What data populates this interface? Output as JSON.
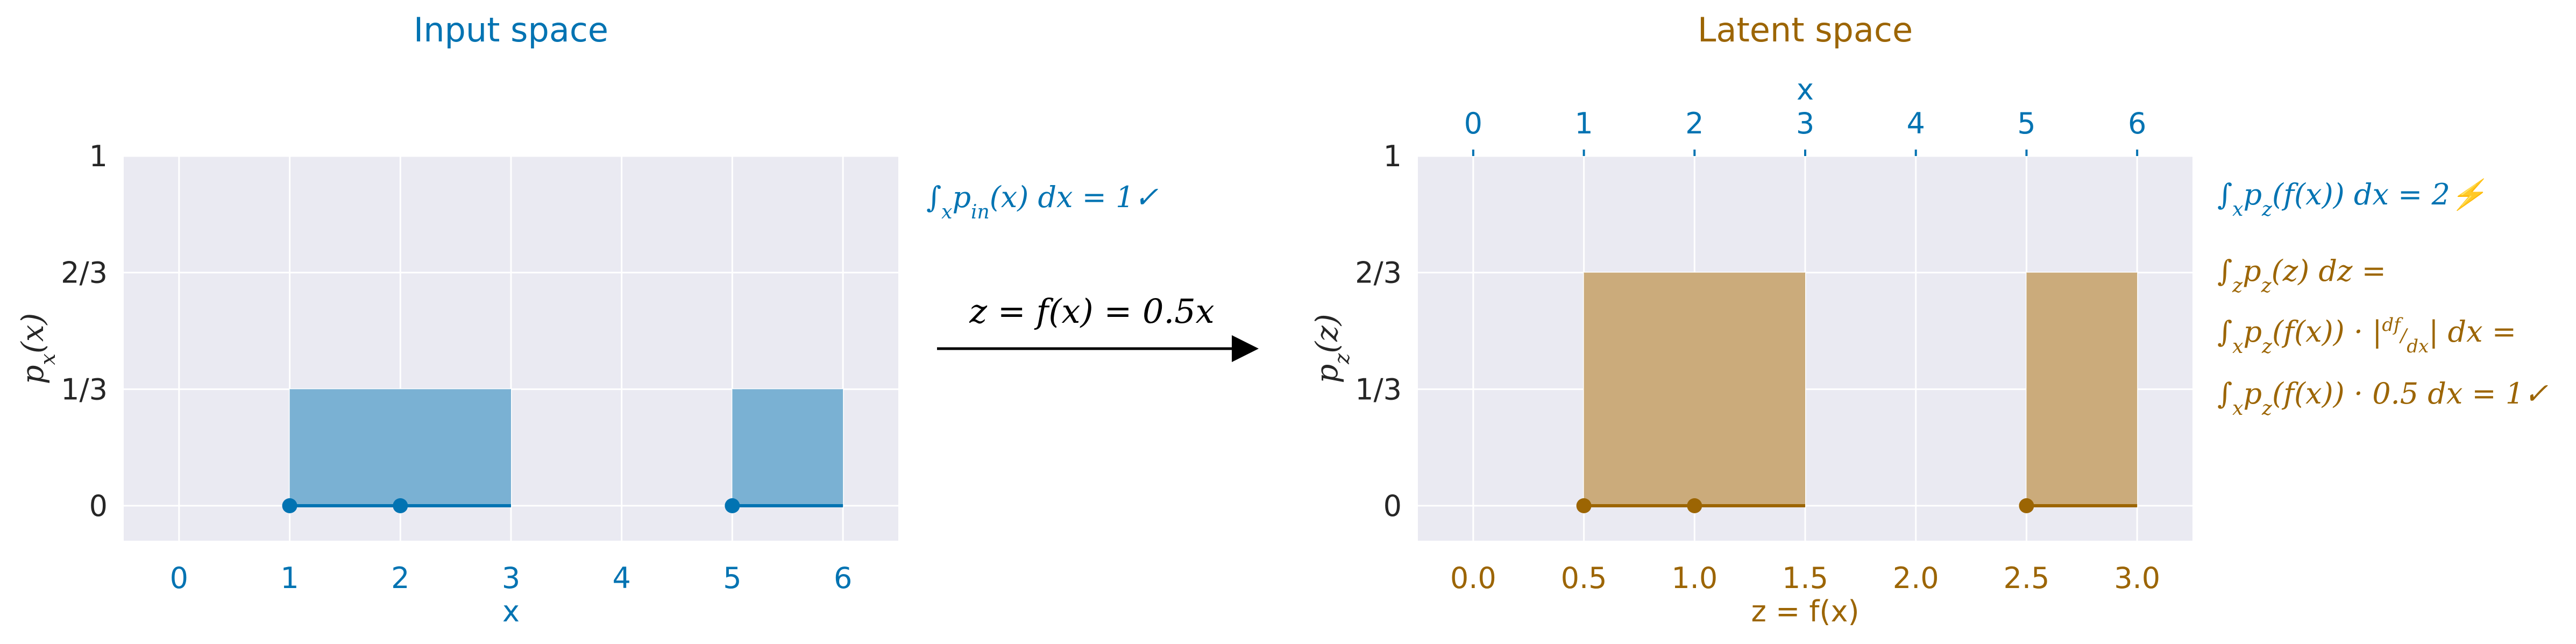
{
  "chart_data": [
    {
      "type": "area",
      "title": "Input space",
      "xlabel": "x",
      "ylabel": "p_x(x)",
      "xlim": [
        -0.5,
        6.5
      ],
      "ylim": [
        -0.1,
        1
      ],
      "x_ticks": [
        0,
        1,
        2,
        3,
        4,
        5,
        6
      ],
      "x_tick_labels": [
        "0",
        "1",
        "2",
        "3",
        "4",
        "5",
        "6"
      ],
      "y_ticks": [
        0,
        0.3333,
        0.6667,
        1
      ],
      "y_tick_labels": [
        "0",
        "1/3",
        "2/3",
        "1"
      ],
      "grid": true,
      "series": [
        {
          "segments": [
            {
              "x": [
                1,
                3
              ],
              "y": 0.3333
            },
            {
              "x": [
                5,
                6
              ],
              "y": 0.3333
            }
          ],
          "color": "#0173b2"
        }
      ],
      "interval_starts": [
        1,
        2,
        5
      ],
      "interval_ends": [
        3,
        3,
        6
      ],
      "annotation": "∫ₓ p_in(x) dx = 1 ✓",
      "colors": {
        "accent": "#0173b2",
        "fill": "#76aed2"
      }
    },
    {
      "type": "area",
      "title": "Latent space",
      "xlabel": "z = f(x)",
      "ylabel": "p_z(z)",
      "top_xlabel": "x",
      "xlim": [
        -0.25,
        3.25
      ],
      "ylim": [
        -0.1,
        1
      ],
      "x_ticks": [
        0,
        0.5,
        1,
        1.5,
        2,
        2.5,
        3
      ],
      "x_tick_labels": [
        "0.0",
        "0.5",
        "1.0",
        "1.5",
        "2.0",
        "2.5",
        "3.0"
      ],
      "top_x_ticks": [
        0,
        1,
        2,
        3,
        4,
        5,
        6
      ],
      "top_x_tick_labels": [
        "0",
        "1",
        "2",
        "3",
        "4",
        "5",
        "6"
      ],
      "y_ticks": [
        0,
        0.3333,
        0.6667,
        1
      ],
      "y_tick_labels": [
        "0",
        "1/3",
        "2/3",
        "1"
      ],
      "grid": true,
      "series": [
        {
          "segments": [
            {
              "x": [
                0.5,
                1.5
              ],
              "y": 0.6667
            },
            {
              "x": [
                2.5,
                3.0
              ],
              "y": 0.6667
            }
          ],
          "color": "#9c6503"
        }
      ],
      "interval_starts": [
        0.5,
        1.0,
        2.5
      ],
      "interval_ends": [
        1.5,
        1.5,
        3.0
      ],
      "annotations": [
        "∫ₓ p_z(f(x)) dx = 2 ⚡",
        "∫_z p_z(z) dz =",
        "∫ₓ p_z(f(x)) · |df/dx| dx =",
        "∫ₓ p_z(f(x)) · 0.5 dx = 1 ✓"
      ],
      "colors": {
        "accent": "#9c6503",
        "fill": "#c9a877"
      }
    }
  ],
  "transform_label": "z = f(x) = 0.5x",
  "colors": {
    "panel_bg": "#eaeaf2",
    "grid": "#ffffff",
    "text": "#262626"
  }
}
